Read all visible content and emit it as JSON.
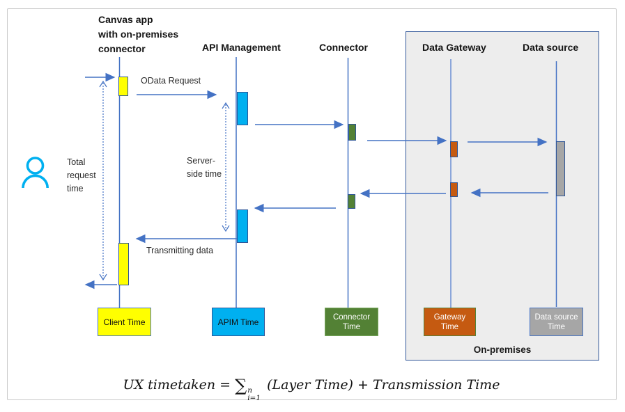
{
  "headers": {
    "client": "Canvas app\nwith on-premises\nconnector",
    "apim": "API Management",
    "connector": "Connector",
    "gateway": "Data Gateway",
    "datasource": "Data source"
  },
  "messages": {
    "odata_request": "OData Request",
    "transmitting_data": "Transmitting data"
  },
  "annotations": {
    "total_request_time": "Total\nrequest\ntime",
    "server_side_time": "Server-\nside time"
  },
  "legend": {
    "client": "Client Time",
    "apim": "APIM Time",
    "connector": "Connector\nTime",
    "gateway": "Gateway\nTime",
    "datasource": "Data source\nTime"
  },
  "on_premises_label": "On-premises",
  "formula": {
    "lhs": "UX timetaken =",
    "sigma": "∑",
    "sup": "n",
    "sub": "i=1",
    "rhs": "(Layer Time) + Transmission Time"
  },
  "icons": {
    "user": "user-icon"
  },
  "colors": {
    "arrow_blue": "#4472c4",
    "bar_border_blue": "#2e5597",
    "client_yellow": "#ffff00",
    "apim_cyan": "#00b0f0",
    "connector_green": "#538135",
    "gateway_orange": "#c55a11",
    "datasource_gray": "#a6a6a6",
    "onprem_fill": "#ededed",
    "person_blue": "#00b0f0"
  }
}
